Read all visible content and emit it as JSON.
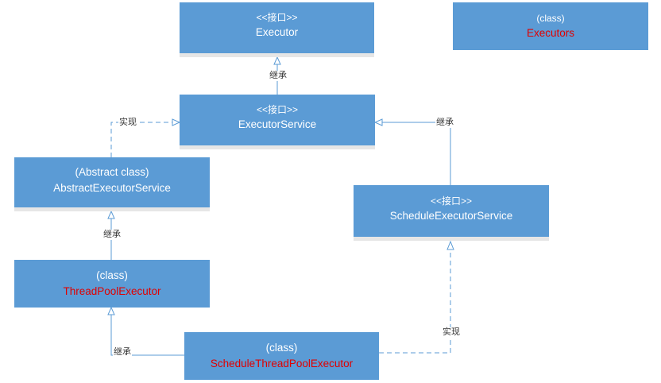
{
  "nodes": {
    "executor": {
      "stereotype": "<<接口>>",
      "name": "Executor"
    },
    "executors": {
      "stereotype": "(class)",
      "name": "Executors"
    },
    "executor_service": {
      "stereotype": "<<接口>>",
      "name": "ExecutorService"
    },
    "abstract_executor_service": {
      "stereotype": "(Abstract class)",
      "name": "AbstractExecutorService"
    },
    "schedule_executor_service": {
      "stereotype": "<<接口>>",
      "name": "ScheduleExecutorService"
    },
    "thread_pool_executor": {
      "stereotype": "(class)",
      "name": "ThreadPoolExecutor"
    },
    "schedule_thread_pool_executor": {
      "stereotype": "(class)",
      "name": "ScheduleThreadPoolExecutor"
    }
  },
  "edges": {
    "service_to_executor": "继承",
    "abstract_to_service": "实现",
    "schedule_to_service": "继承",
    "threadpool_to_abstract": "继承",
    "stpe_to_threadpool": "继承",
    "stpe_to_schedule": "实现"
  },
  "colors": {
    "box_fill": "#5b9bd5",
    "class_name_red": "#e00000",
    "connector": "#5b9bd5"
  }
}
